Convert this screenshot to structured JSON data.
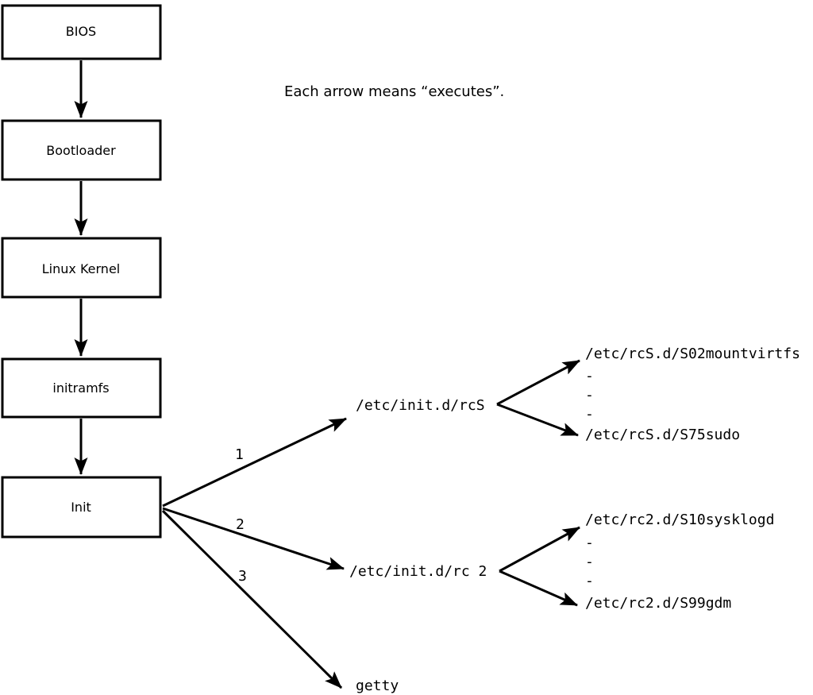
{
  "caption": "Each arrow means “executes”.",
  "colors": {
    "line": "#000000",
    "background": "#ffffff",
    "box_fill": "#ffffff"
  },
  "boot_chain": [
    {
      "label": "BIOS"
    },
    {
      "label": "Bootloader"
    },
    {
      "label": "Linux Kernel"
    },
    {
      "label": "initramfs"
    },
    {
      "label": "Init"
    }
  ],
  "branches": [
    {
      "number": "1",
      "target": "/etc/init.d/rcS",
      "children": [
        "/etc/rcS.d/S02mountvirtfs",
        "-",
        "-",
        "-",
        "/etc/rcS.d/S75sudo"
      ]
    },
    {
      "number": "2",
      "target": "/etc/init.d/rc 2",
      "children": [
        "/etc/rc2.d/S10sysklogd",
        "-",
        "-",
        "-",
        "/etc/rc2.d/S99gdm"
      ]
    },
    {
      "number": "3",
      "target": "getty"
    }
  ]
}
